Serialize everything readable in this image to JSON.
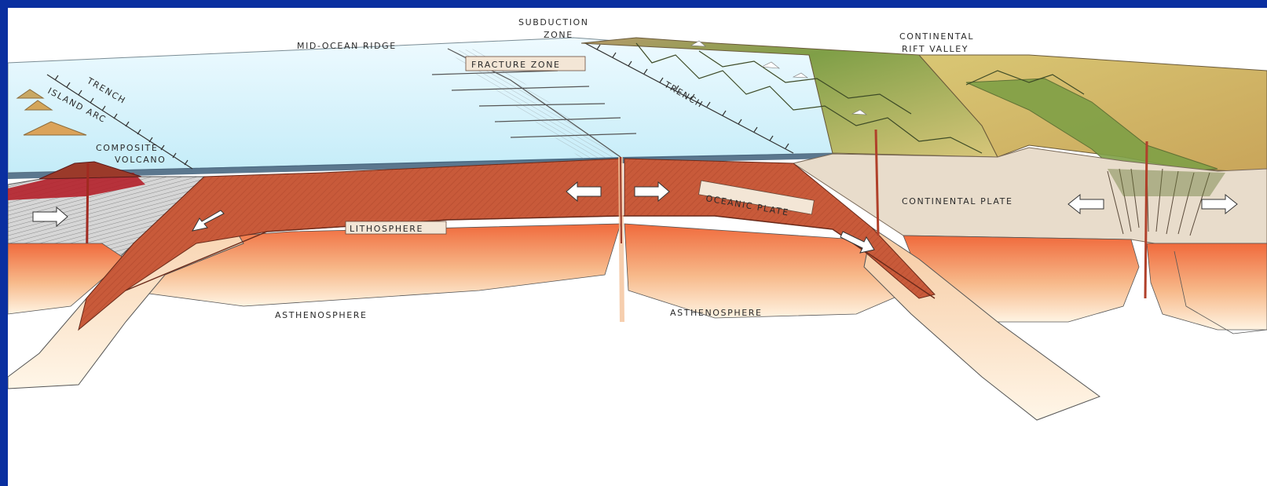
{
  "diagram": {
    "labels": {
      "mid_ocean_ridge": "MID-OCEAN RIDGE",
      "subduction_zone_1": "SUBDUCTION",
      "subduction_zone_2": "ZONE",
      "continental_rift_1": "CONTINENTAL",
      "continental_rift_2": "RIFT VALLEY",
      "fracture_zone": "FRACTURE ZONE",
      "trench_left": "TRENCH",
      "trench_right": "TRENCH",
      "island_arc": "ISLAND ARC",
      "composite_1": "COMPOSITE",
      "composite_2": "VOLCANO",
      "oceanic_plate": "OCEANIC PLATE",
      "continental_plate": "CONTINENTAL PLATE",
      "lithosphere": "LITHOSPHERE",
      "asthenosphere_left": "ASTHENOSPHERE",
      "asthenosphere_right": "ASTHENOSPHERE"
    },
    "colors": {
      "frame": "#0a2fa0",
      "ocean": "#d9f2fb",
      "lithosphere": "#c9583a",
      "mantle_warm": "#f07a4a",
      "mantle_pale": "#fde8c8",
      "continent": "#e9dccb",
      "land_green": "#8aa84e",
      "land_tan": "#c8b270"
    }
  }
}
